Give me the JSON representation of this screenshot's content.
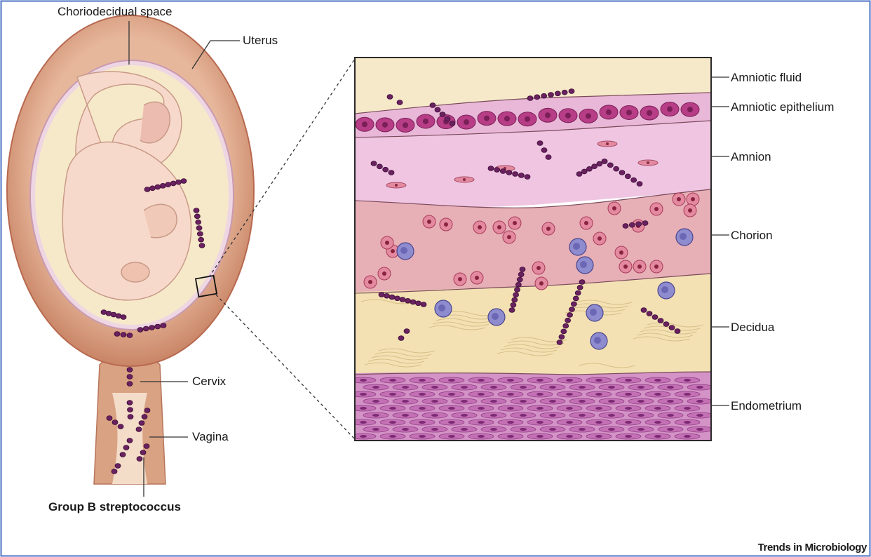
{
  "labels": {
    "choriodecidual_space": "Choriodecidual space",
    "uterus": "Uterus",
    "cervix": "Cervix",
    "vagina": "Vagina",
    "group_b_strep": "Group B streptococcus",
    "amniotic_fluid": "Amniotic fluid",
    "amniotic_epithelium": "Amniotic epithelium",
    "amnion": "Amnion",
    "chorion": "Chorion",
    "decidua": "Decidua",
    "endometrium": "Endometrium"
  },
  "credit": "Trends in Microbiology",
  "colors": {
    "frame_border": "#4a72c4",
    "uterus_wall": "#d69a7c",
    "uterus_wall_dark": "#b8694f",
    "amniotic_fluid": "#f6e9c9",
    "fetus": "#f7d9cc",
    "amnion_layer": "#e9b8d8",
    "epithelium_cell": "#a8327a",
    "chorion_layer": "#e2a3a8",
    "decidua_layer": "#f3e1b4",
    "endometrium_layer": "#c77fb8",
    "bacteria": "#6a2160",
    "immune_cell": "#8e8ccf"
  }
}
